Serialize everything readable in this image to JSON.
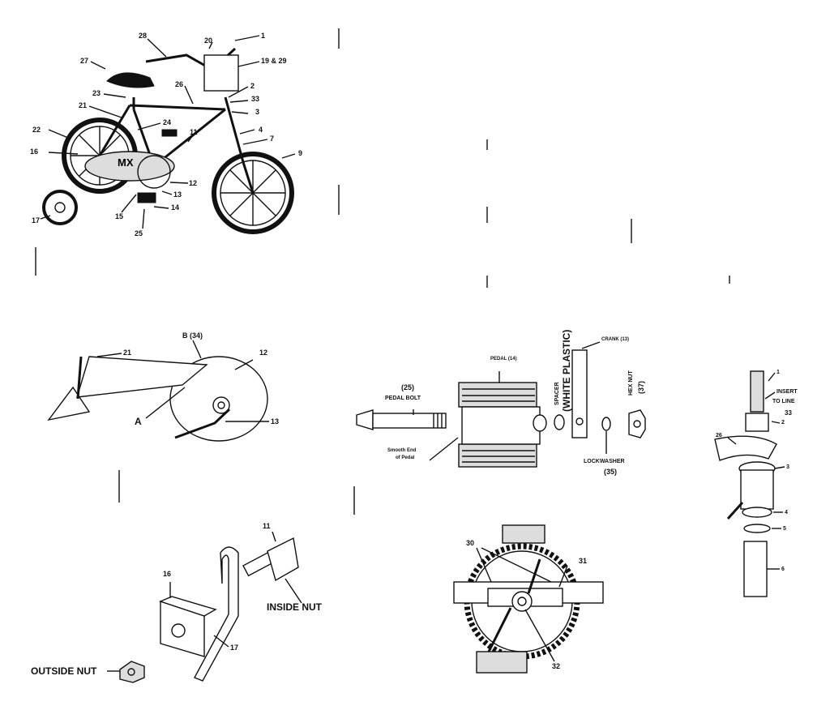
{
  "bike_view": {
    "callouts": [
      "28",
      "20",
      "1",
      "27",
      "19 & 29",
      "26",
      "2",
      "23",
      "33",
      "21",
      "3",
      "24",
      "11",
      "4",
      "22",
      "7",
      "16",
      "9",
      "12",
      "13",
      "14",
      "17",
      "15",
      "25"
    ]
  },
  "chain_guard_view": {
    "callouts": [
      "B (34)",
      "21",
      "12",
      "A",
      "13"
    ]
  },
  "pedal_view": {
    "pedal_label": "PEDAL (14)",
    "pedal_bolt_num": "(25)",
    "pedal_bolt_label": "PEDAL BOLT",
    "smooth_end_line1": "Smooth End",
    "smooth_end_line2": "of Pedal",
    "spacer_label": "SPACER",
    "white_plastic_label": "(WHITE PLASTIC)",
    "crank_label": "CRANK (13)",
    "hex_nut_label": "HEX NUT",
    "hex_nut_num": "(37)",
    "lockwasher_label": "LOCKWASHER",
    "lockwasher_num": "(35)"
  },
  "headset_view": {
    "callouts": [
      "1",
      "INSERT",
      "TO LINE",
      "33",
      "26",
      "2",
      "3",
      "4",
      "5",
      "6"
    ]
  },
  "training_wheel_view": {
    "callouts": [
      "11",
      "16",
      "INSIDE NUT",
      "17",
      "OUTSIDE NUT"
    ]
  },
  "sprocket_view": {
    "callouts": [
      "30",
      "31",
      "32"
    ]
  }
}
